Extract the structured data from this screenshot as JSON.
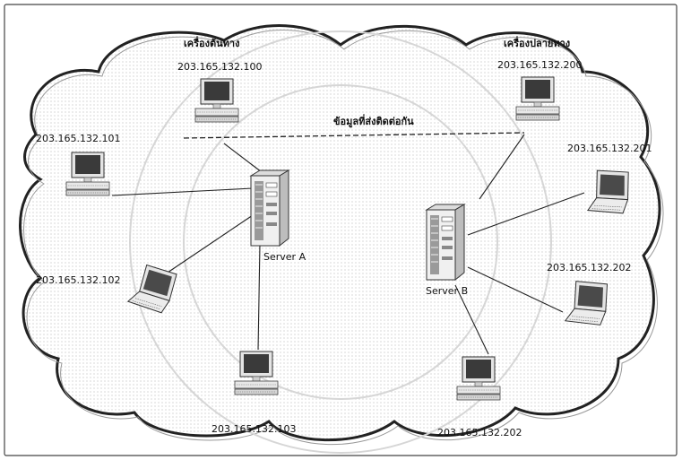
{
  "source_label": "เครื่องต้นทาง",
  "destination_label": "เครื่องปลายทาง",
  "link_label": "ข้อมูลที่ส่งติดต่อกัน",
  "servers": {
    "a": "Server A",
    "b": "Server B"
  },
  "hosts": {
    "h100": "203.165.132.100",
    "h101": "203.165.132.101",
    "h102": "203.165.132.102",
    "h103": "203.165.132.103",
    "h200": "203.165.132.200",
    "h201": "203.165.132.201",
    "h202a": "203.165.132.202",
    "h202b": "203.165.132.202"
  }
}
